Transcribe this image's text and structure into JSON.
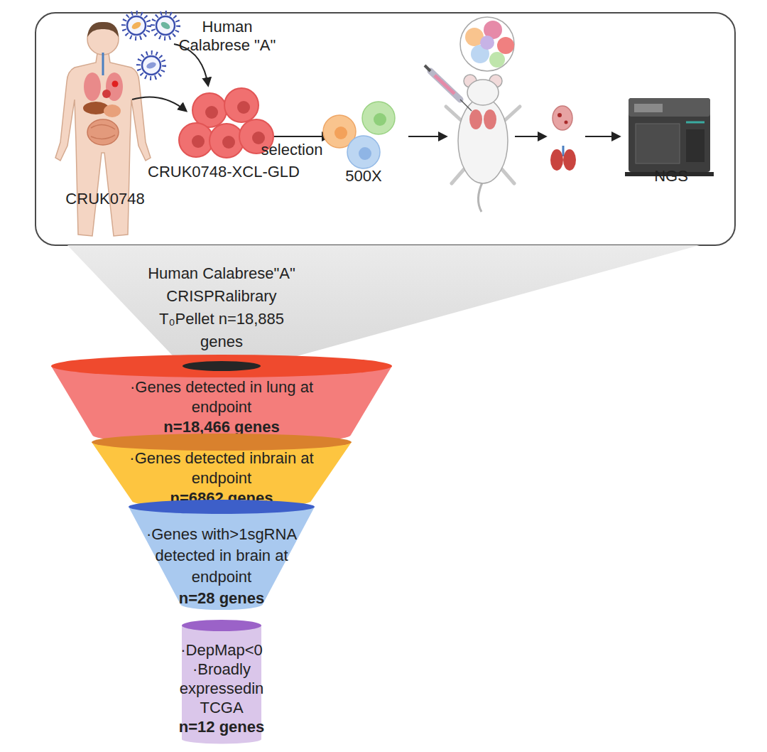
{
  "diagram": {
    "nodes": [
      {
        "text": [
          "Human Calabrese\"A\" CRISPRalibrary T₀Pellet n=18,885 genes"
        ]
      },
      {
        "text": [
          "·Genes detected in lung at endpoint",
          "n=18,466 genes"
        ]
      },
      {
        "text": [
          "·Genes detected inbrain at endpoint",
          "n=6862 genes"
        ]
      },
      {
        "text": [
          "·Genes with>1sgRNA detected in brain at endpoint",
          "n=28 genes"
        ]
      },
      {
        "text": [
          "·DepMap<0",
          "·Broadly expressedin TCGA",
          "n=12 genes"
        ]
      }
    ],
    "labels": [
      "Human Calabrese \"A\"",
      "selection",
      "CRUK0748-XCL-GLD",
      "500X",
      "NGS",
      "CRUK0748"
    ]
  }
}
